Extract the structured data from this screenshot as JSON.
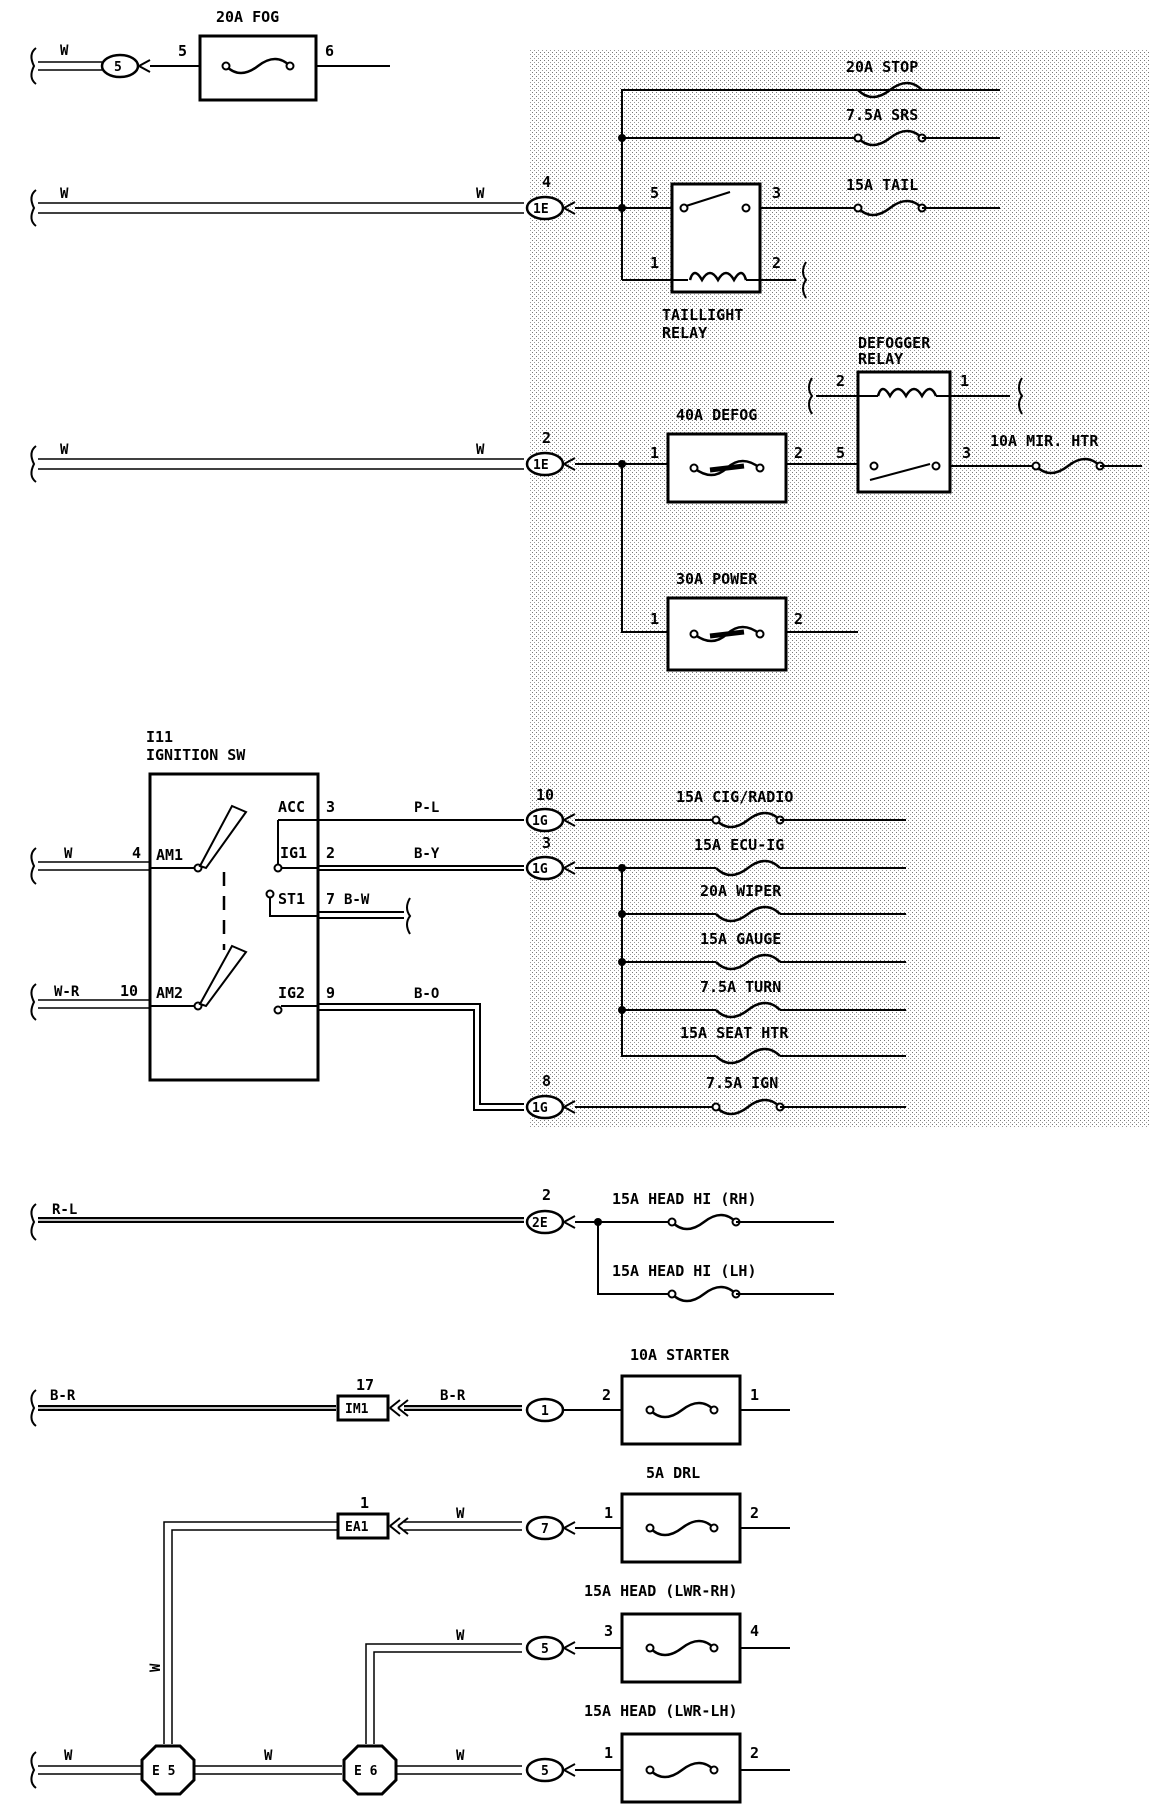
{
  "fuses": {
    "fog": "20A FOG",
    "stop": "20A STOP",
    "srs": "7.5A SRS",
    "tail": "15A TAIL",
    "defog": "40A DEFOG",
    "mir_htr": "10A MIR. HTR",
    "power": "30A POWER",
    "cig_radio": "15A CIG/RADIO",
    "ecu_ig": "15A ECU-IG",
    "wiper": "20A WIPER",
    "gauge": "15A GAUGE",
    "turn": "7.5A TURN",
    "seat_htr": "15A SEAT HTR",
    "ign": "7.5A IGN",
    "head_hi_rh": "15A HEAD HI (RH)",
    "head_hi_lh": "15A HEAD HI (LH)",
    "starter": "10A STARTER",
    "drl": "5A DRL",
    "head_lwr_rh": "15A HEAD (LWR-RH)",
    "head_lwr_lh": "15A HEAD (LWR-LH)"
  },
  "relays": {
    "taillight": [
      "TAILLIGHT",
      "RELAY"
    ],
    "defogger": [
      "DEFOGGER",
      "RELAY"
    ]
  },
  "ignition_switch": {
    "code": "I11",
    "name": "IGNITION SW",
    "terminals": {
      "acc": "ACC",
      "ig1": "IG1",
      "st1": "ST1",
      "ig2": "IG2",
      "am1": "AM1",
      "am2": "AM2"
    }
  },
  "wire_colors": {
    "w": "W",
    "w_r": "W-R",
    "p_l": "P-L",
    "b_y": "B-Y",
    "b_w": "B-W",
    "b_o": "B-O",
    "r_l": "R-L",
    "b_r": "B-R"
  },
  "connectors": {
    "c5": "5",
    "c1e": "1E",
    "c1g": "1G",
    "c2e": "2E",
    "c1": "1",
    "c7": "7",
    "im1": "IM1",
    "ea1": "EA1",
    "e5": "E 5",
    "e6": "E 6"
  },
  "pins": {
    "p1": "1",
    "p2": "2",
    "p3": "3",
    "p4": "4",
    "p5": "5",
    "p6": "6",
    "p7": "7",
    "p8": "8",
    "p9": "9",
    "p10": "10",
    "p17": "17"
  }
}
